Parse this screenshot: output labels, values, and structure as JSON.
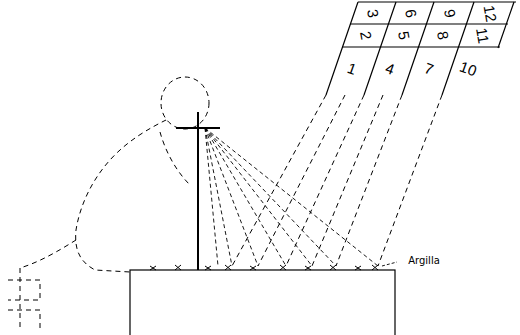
{
  "diagram": {
    "labels": [
      "3",
      "6",
      "9",
      "12",
      "2",
      "5",
      "8",
      "11",
      "1",
      "4",
      "7",
      "10",
      "Argilla"
    ]
  }
}
